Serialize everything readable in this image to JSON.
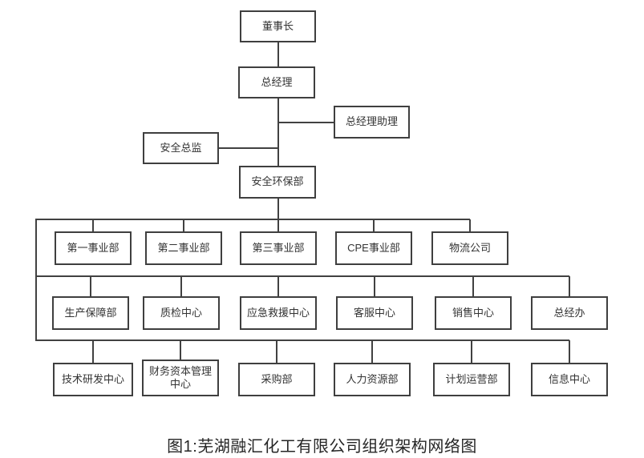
{
  "figure": {
    "caption": "图1:芜湖融汇化工有限公司组织架构网络图",
    "colors": {
      "line": "#414141",
      "box_border": "#3f3f3f",
      "text": "#333333",
      "background": "#ffffff"
    },
    "nodes": {
      "chairman": "董事长",
      "general_manager": "总经理",
      "gm_assistant": "总经理助理",
      "safety_director": "安全总监",
      "safety_env_dept": "安全环保部",
      "row1": [
        "第一事业部",
        "第二事业部",
        "第三事业部",
        "CPE事业部",
        "物流公司"
      ],
      "row2": [
        "生产保障部",
        "质检中心",
        "应急救援中心",
        "客服中心",
        "销售中心",
        "总经办"
      ],
      "row3": [
        "技术研发中心",
        "财务资本管理中心",
        "采购部",
        "人力资源部",
        "计划运营部",
        "信息中心"
      ]
    }
  }
}
